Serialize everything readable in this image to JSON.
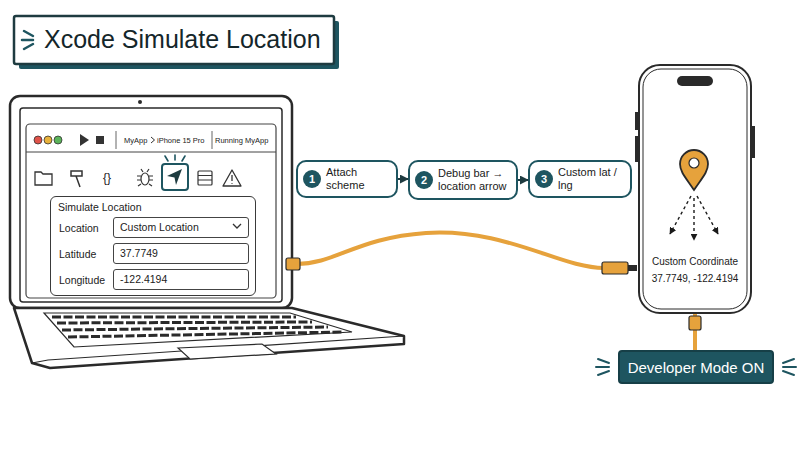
{
  "diagram": {
    "title": "Xcode Simulate Location",
    "nodes": [
      {
        "text": [
          "Simulate Location"
        ]
      },
      {
        "text": [
          "Location",
          "Custom Location"
        ],
        "in": 0
      },
      {
        "text": [
          "Latitude",
          "37.7749"
        ],
        "in": 0
      },
      {
        "text": [
          "Longitude",
          "-122.4194"
        ],
        "in": 0
      },
      {
        "text": [
          "1",
          "Attach scheme"
        ]
      },
      {
        "text": [
          "2",
          "Debug bar → location arrow"
        ]
      },
      {
        "text": [
          "3",
          "Custom lat / lng"
        ]
      },
      {
        "text": [
          "Custom Coordinate",
          "37.7749, -122.4194"
        ]
      },
      {
        "text": [
          "Developer Mode ON"
        ]
      }
    ],
    "edges": [
      {
        "from": 4,
        "to": 5,
        "arrow": "to"
      },
      {
        "from": 5,
        "to": 6,
        "arrow": "to"
      },
      {
        "from": 7,
        "to": 8,
        "arrow": "none"
      }
    ],
    "labels": [
      "MyApp",
      "iPhone 15 Pro",
      "Running MyApp",
      "{}"
    ]
  }
}
